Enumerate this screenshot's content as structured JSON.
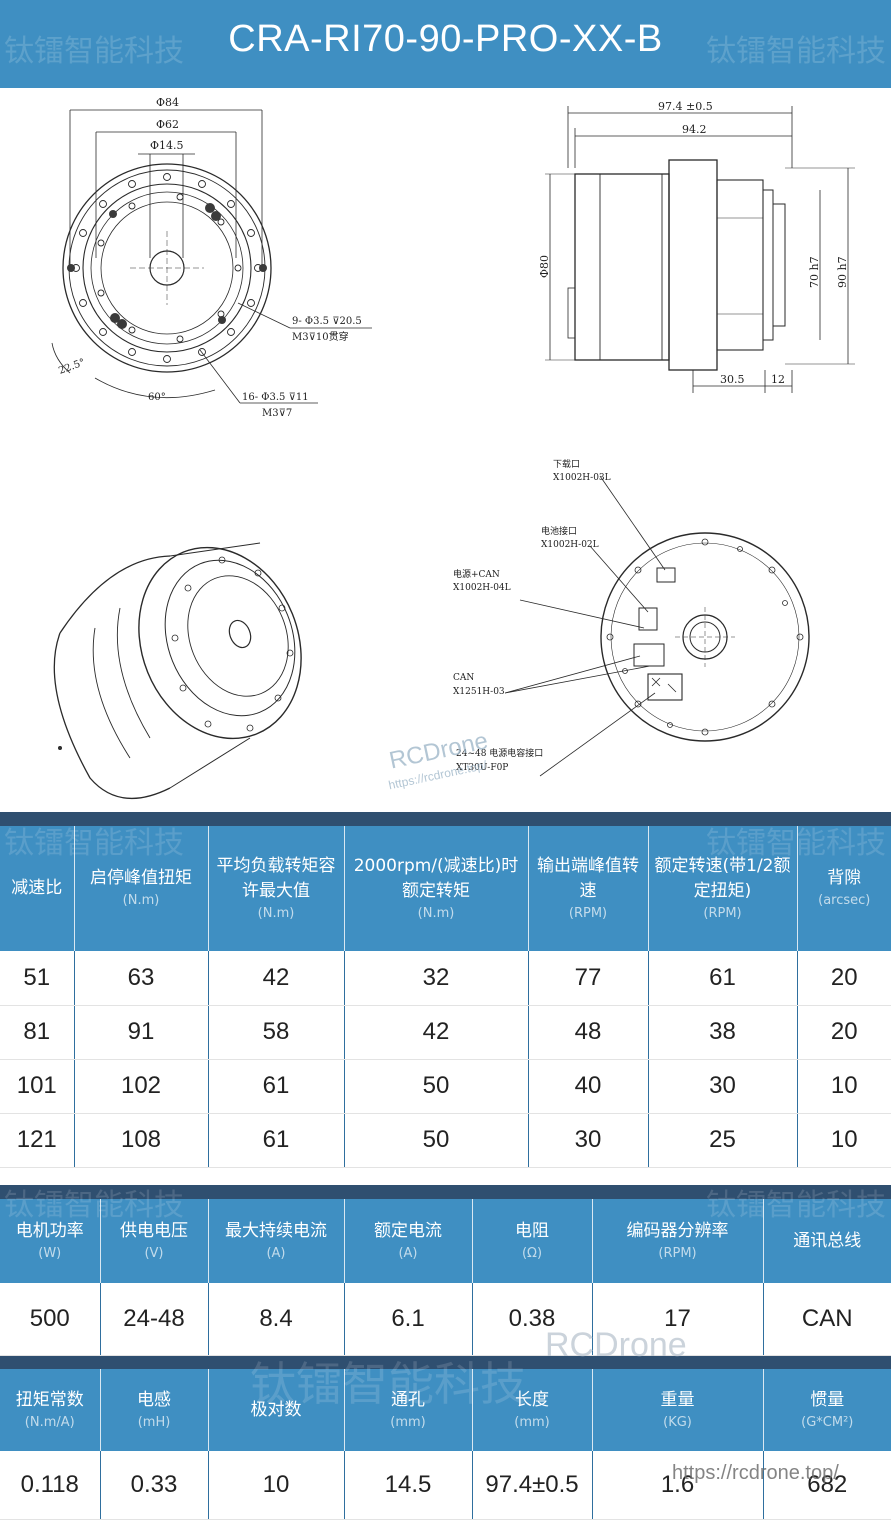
{
  "header": {
    "title": "CRA-RI70-90-PRO-XX-B",
    "watermark": "钛镭智能科技"
  },
  "drawing": {
    "front_view": {
      "dim_outer": "Φ84",
      "dim_mid": "Φ62",
      "dim_inner": "Φ14.5",
      "note1_a": "9- Φ3.5 ⊽20.5",
      "note1_b": "M3⊽10贯穿",
      "note2_a": "16- Φ3.5 ⊽11",
      "note2_b": "M3⊽7",
      "angle1": "22.5°",
      "angle2": "60°"
    },
    "side_view": {
      "dim_len_total": "97.4 ±0.5",
      "dim_len": "94.2",
      "dim_dia": "Φ80",
      "dim_70": "70 h7",
      "dim_90": "90 h7",
      "dim_30": "30.5",
      "dim_12": "12"
    },
    "rear_view": {
      "lbl_download": "下载口",
      "lbl_download_pn": "X1002H-03L",
      "lbl_battery": "电池接口",
      "lbl_battery_pn": "X1002H-02L",
      "lbl_power_can": "电源+CAN",
      "lbl_power_can_pn": "X1002H-04L",
      "lbl_can": "CAN",
      "lbl_can_pn": "X1251H-03",
      "lbl_power_in": "24~48 电源电容接口",
      "lbl_power_in_pn": "XT30U-F0P"
    },
    "watermark_brand": "RCDrone",
    "watermark_url": "https://rcdrone.top/"
  },
  "table1": {
    "headers": [
      {
        "label": "减速比",
        "unit": ""
      },
      {
        "label": "启停峰值扭矩",
        "unit": "(N.m)"
      },
      {
        "label": "平均负载转矩容许最大值",
        "unit": "(N.m)"
      },
      {
        "label": "2000rpm/(减速比)时额定转矩",
        "unit": "(N.m)"
      },
      {
        "label": "输出端峰值转速",
        "unit": "(RPM)"
      },
      {
        "label": "额定转速(带1/2额定扭矩)",
        "unit": "(RPM)"
      },
      {
        "label": "背隙",
        "unit": "(arcsec)"
      }
    ],
    "rows": [
      [
        "51",
        "63",
        "42",
        "32",
        "77",
        "61",
        "20"
      ],
      [
        "81",
        "91",
        "58",
        "42",
        "48",
        "38",
        "20"
      ],
      [
        "101",
        "102",
        "61",
        "50",
        "40",
        "30",
        "10"
      ],
      [
        "121",
        "108",
        "61",
        "50",
        "30",
        "25",
        "10"
      ]
    ]
  },
  "table2": {
    "headers": [
      {
        "label": "电机功率",
        "unit": "(W)"
      },
      {
        "label": "供电电压",
        "unit": "(V)"
      },
      {
        "label": "最大持续电流",
        "unit": "(A)"
      },
      {
        "label": "额定电流",
        "unit": "(A)"
      },
      {
        "label": "电阻",
        "unit": "(Ω)"
      },
      {
        "label": "编码器分辨率",
        "unit": "(RPM)"
      },
      {
        "label": "通讯总线",
        "unit": ""
      }
    ],
    "rows": [
      [
        "500",
        "24-48",
        "8.4",
        "6.1",
        "0.38",
        "17",
        "CAN"
      ]
    ]
  },
  "table3": {
    "headers": [
      {
        "label": "扭矩常数",
        "unit": "(N.m/A)"
      },
      {
        "label": "电感",
        "unit": "(mH)"
      },
      {
        "label": "极对数",
        "unit": ""
      },
      {
        "label": "通孔",
        "unit": "(mm)"
      },
      {
        "label": "长度",
        "unit": "(mm)"
      },
      {
        "label": "重量",
        "unit": "(KG)"
      },
      {
        "label": "惯量",
        "unit": "(G*CM²)"
      }
    ],
    "rows": [
      [
        "0.118",
        "0.33",
        "10",
        "14.5",
        "97.4±0.5",
        "1.6",
        "682"
      ]
    ]
  },
  "footer": {
    "brand_watermark": "RCDrone",
    "url_watermark": "https://rcdrone.top/"
  }
}
